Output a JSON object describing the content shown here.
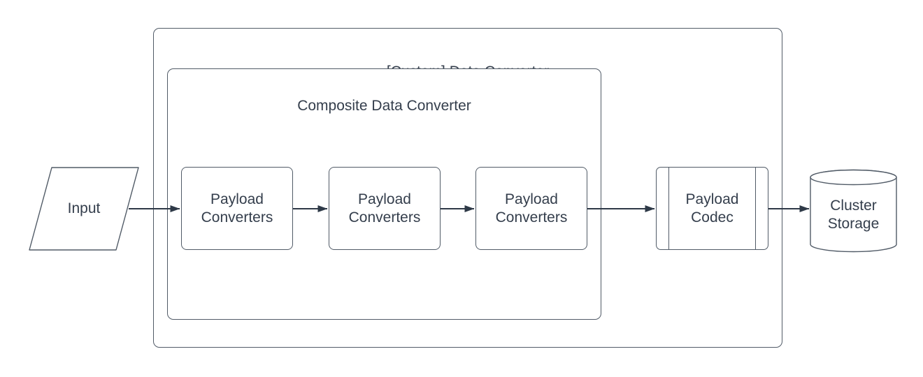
{
  "diagram": {
    "type": "flowchart",
    "background_color": "#ffffff",
    "shape_stroke_color": "#515b67",
    "edge_color": "#2e3947",
    "text_color": "#343e4c",
    "outer_group": {
      "title": "[Custom] Data Converter"
    },
    "inner_group": {
      "title": "Composite Data Converter"
    },
    "nodes": {
      "input": {
        "label": "Input",
        "shape": "parallelogram"
      },
      "payload_converter_1": {
        "label": "Payload Converters",
        "shape": "rounded-rectangle"
      },
      "payload_converter_2": {
        "label": "Payload Converters",
        "shape": "rounded-rectangle"
      },
      "payload_converter_3": {
        "label": "Payload Converters",
        "shape": "rounded-rectangle"
      },
      "payload_codec": {
        "label": "Payload Codec",
        "shape": "predefined-process"
      },
      "cluster_storage": {
        "label": "Cluster Storage",
        "shape": "cylinder"
      }
    },
    "edges": [
      {
        "from": "input",
        "to": "payload_converter_1",
        "direction": "right"
      },
      {
        "from": "payload_converter_1",
        "to": "payload_converter_2",
        "direction": "right"
      },
      {
        "from": "payload_converter_2",
        "to": "payload_converter_3",
        "direction": "right"
      },
      {
        "from": "payload_converter_3",
        "to": "payload_codec",
        "direction": "right"
      },
      {
        "from": "payload_codec",
        "to": "cluster_storage",
        "direction": "right"
      }
    ]
  }
}
